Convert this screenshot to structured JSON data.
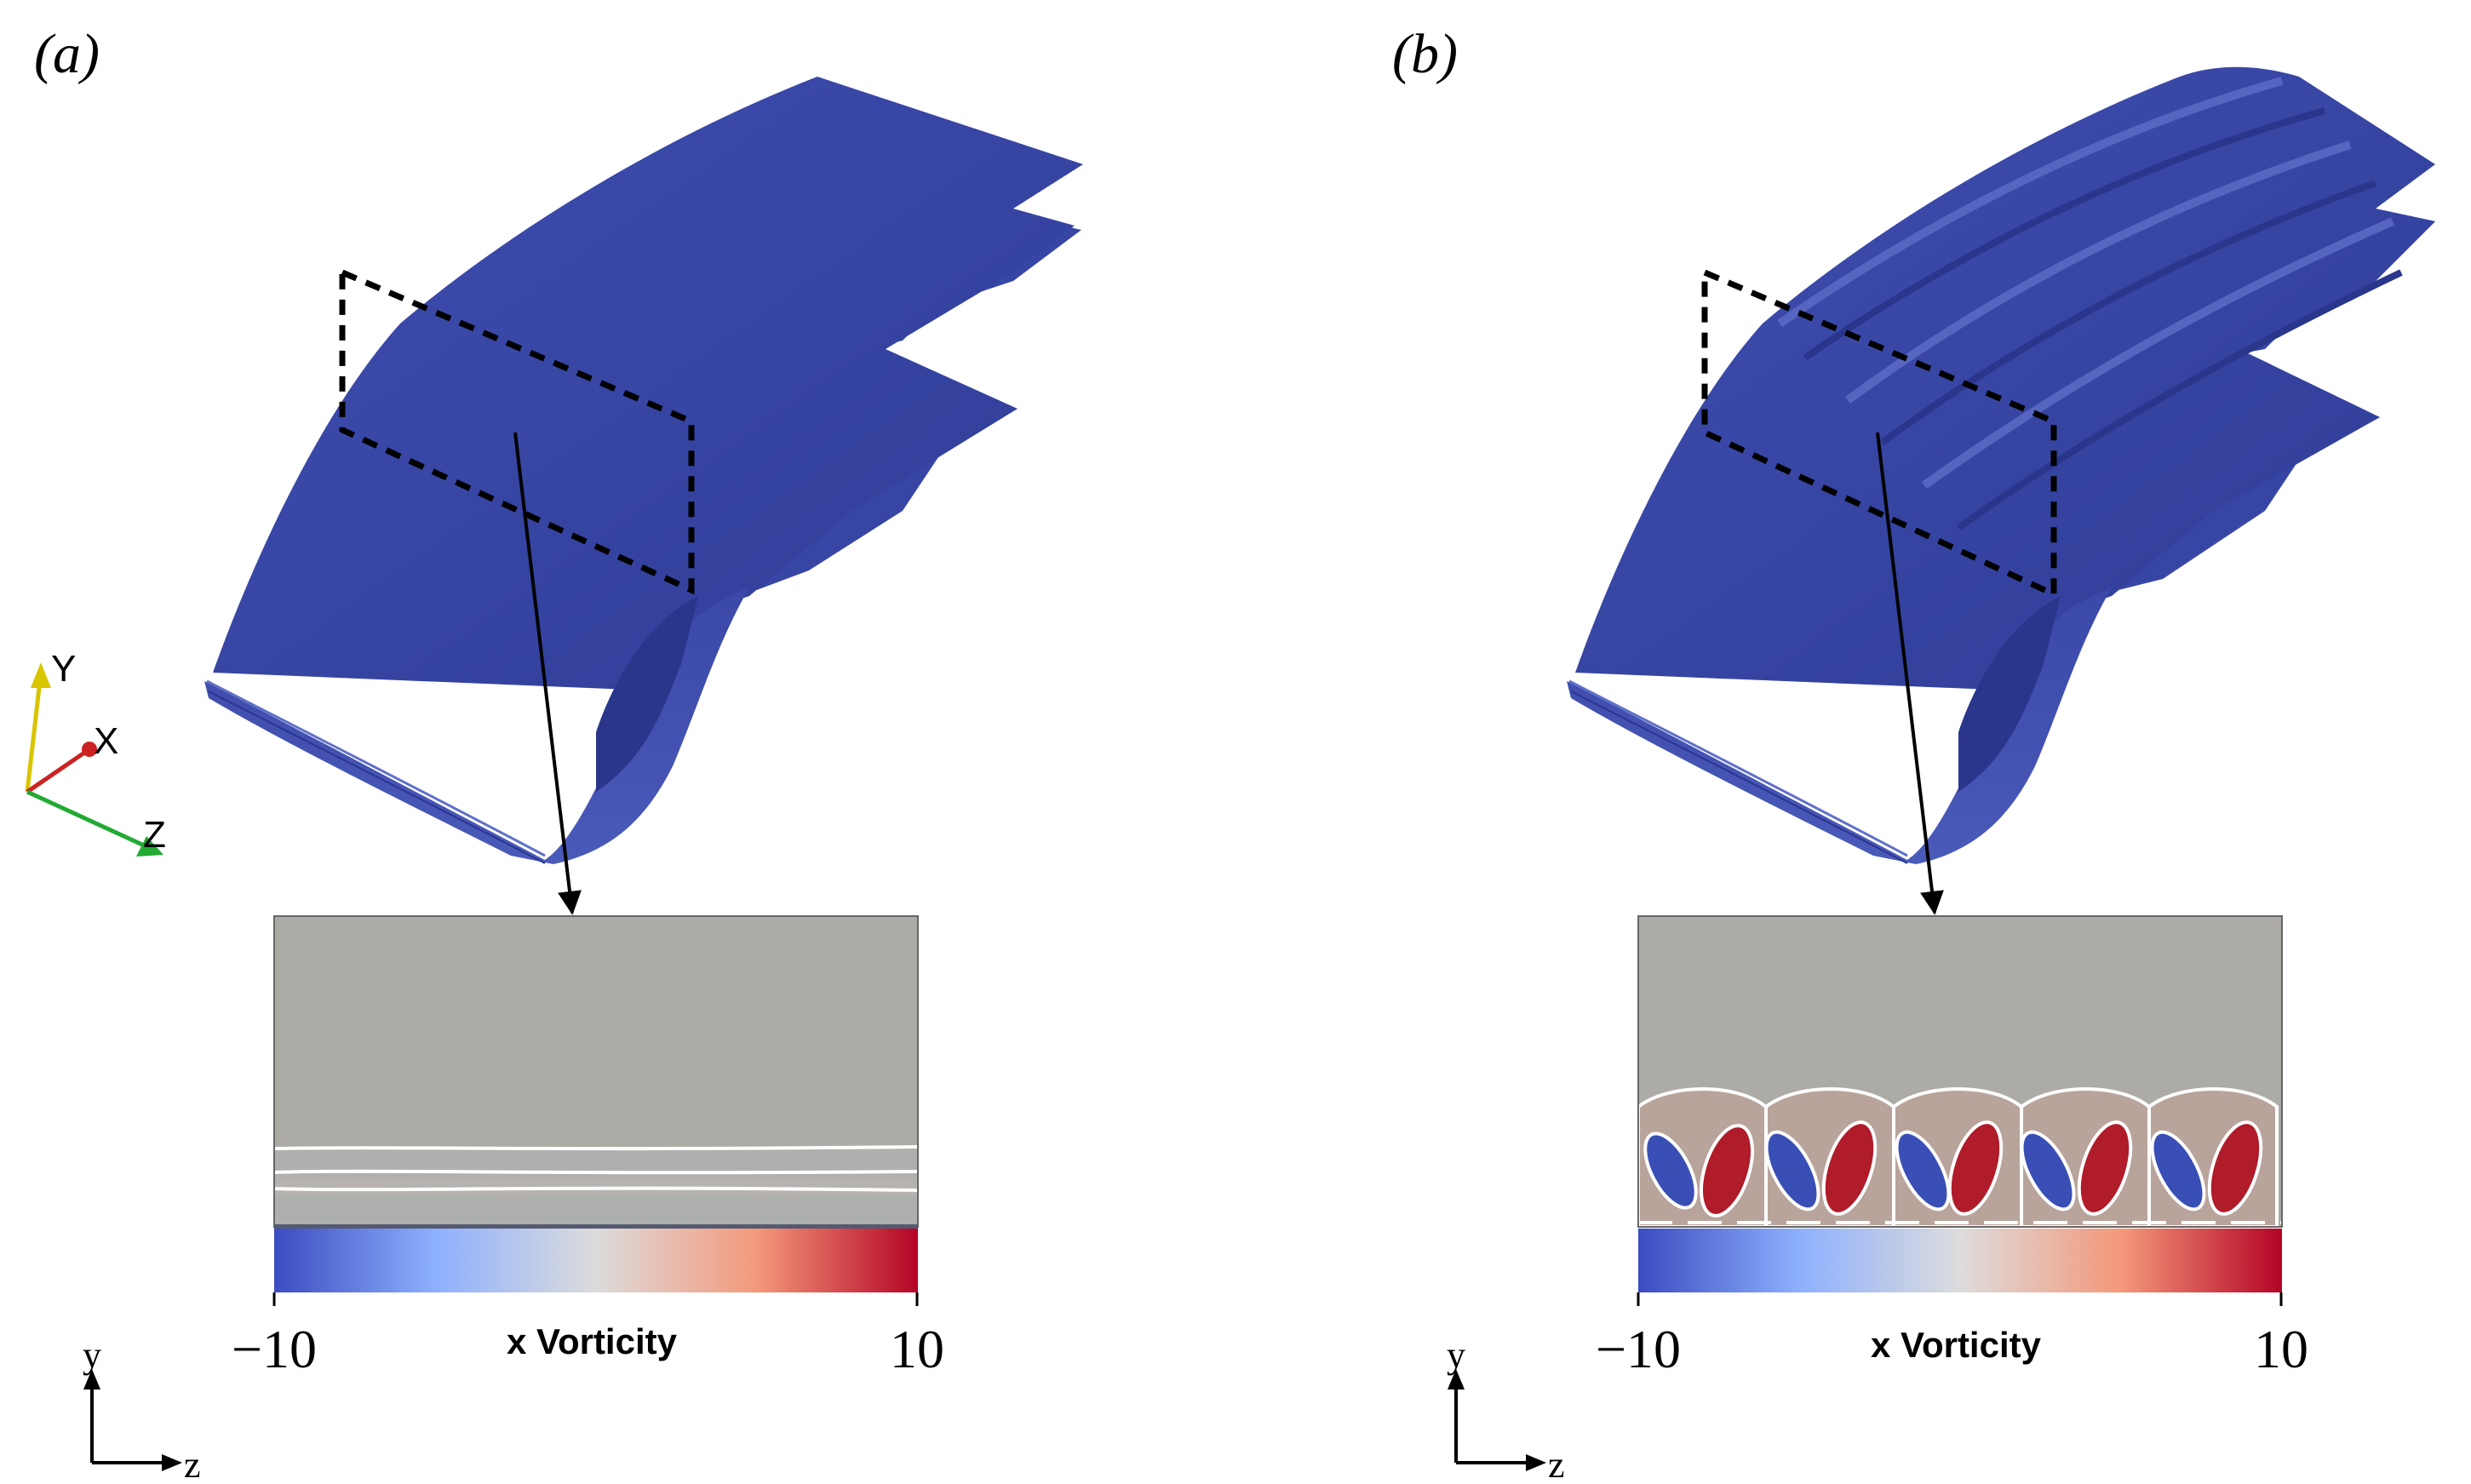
{
  "panels": [
    {
      "id": "a",
      "label": "(a)",
      "colorbar": {
        "title": "x Vorticity",
        "min_label": "−10",
        "max_label": "10"
      }
    },
    {
      "id": "b",
      "label": "(b)",
      "colorbar": {
        "title": "x Vorticity",
        "min_label": "−10",
        "max_label": "10"
      }
    }
  ],
  "axes_3d": {
    "y": "Y",
    "x": "X",
    "z": "Z"
  },
  "axes_2d": [
    {
      "y": "y",
      "z": "z"
    },
    {
      "y": "y",
      "z": "z"
    }
  ],
  "colors": {
    "surface": "#3a48a8",
    "slice_bg": "#adaba5",
    "vort_neg": "#3f51b5",
    "vort_pos": "#b01c2a",
    "axis_y": "#d8c400",
    "axis_x": "#cc2222",
    "axis_z": "#22aa33"
  }
}
